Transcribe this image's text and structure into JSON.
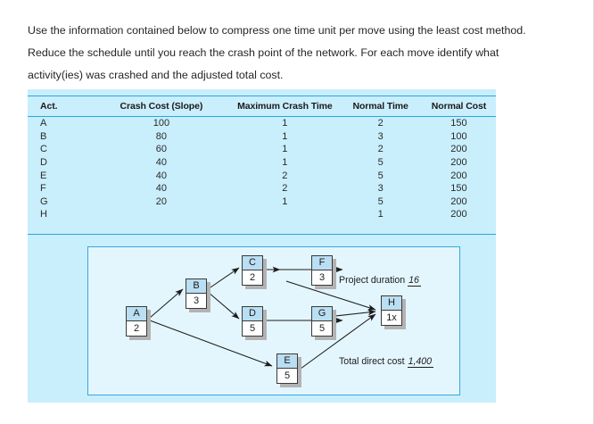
{
  "intro": {
    "text": "Use the information contained below to compress one time unit per move using the least cost method. Reduce the schedule until you reach the crash point of the network. For each move identify what activity(ies) was crashed and the adjusted total cost."
  },
  "table": {
    "headers": [
      "Act.",
      "Crash Cost (Slope)",
      "Maximum Crash Time",
      "Normal Time",
      "Normal Cost"
    ],
    "rows": [
      {
        "act": "A",
        "slope": "100",
        "max_crash": "1",
        "normal_time": "2",
        "normal_cost": "150"
      },
      {
        "act": "B",
        "slope": "80",
        "max_crash": "1",
        "normal_time": "3",
        "normal_cost": "100"
      },
      {
        "act": "C",
        "slope": "60",
        "max_crash": "1",
        "normal_time": "2",
        "normal_cost": "200"
      },
      {
        "act": "D",
        "slope": "40",
        "max_crash": "1",
        "normal_time": "5",
        "normal_cost": "200"
      },
      {
        "act": "E",
        "slope": "40",
        "max_crash": "2",
        "normal_time": "5",
        "normal_cost": "200"
      },
      {
        "act": "F",
        "slope": "40",
        "max_crash": "2",
        "normal_time": "3",
        "normal_cost": "150"
      },
      {
        "act": "G",
        "slope": "20",
        "max_crash": "1",
        "normal_time": "5",
        "normal_cost": "200"
      },
      {
        "act": "H",
        "slope": "",
        "max_crash": "",
        "normal_time": "1",
        "normal_cost": "200"
      }
    ]
  },
  "diagram": {
    "nodes": [
      {
        "id": "A",
        "label": "A",
        "duration": "2"
      },
      {
        "id": "B",
        "label": "B",
        "duration": "3"
      },
      {
        "id": "C",
        "label": "C",
        "duration": "2"
      },
      {
        "id": "D",
        "label": "D",
        "duration": "5"
      },
      {
        "id": "E",
        "label": "E",
        "duration": "5"
      },
      {
        "id": "F",
        "label": "F",
        "duration": "3"
      },
      {
        "id": "G",
        "label": "G",
        "duration": "5"
      },
      {
        "id": "H",
        "label": "H",
        "duration": "1x"
      }
    ],
    "edges": [
      "A->B",
      "A->E",
      "B->C",
      "B->D",
      "C->F",
      "D->G",
      "E->H",
      "F->H",
      "G->H"
    ],
    "project_duration_label": "Project duration",
    "project_duration_value": "16",
    "total_direct_cost_label": "Total direct cost",
    "total_direct_cost_value": "1,400"
  },
  "colors": {
    "panel_blue": "#c9eefc",
    "figure_blue": "#e4f6fd",
    "rule_blue": "#27a8e0",
    "node_head": "#badef2"
  }
}
